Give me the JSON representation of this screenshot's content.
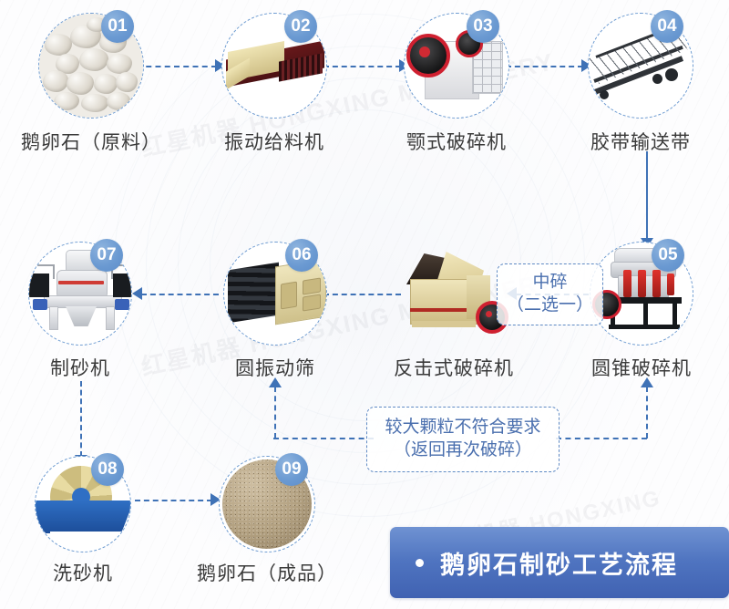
{
  "diagram": {
    "title_banner": {
      "text": "鹅卵石制砂工艺流程",
      "bullet": "bullet-dot"
    },
    "accent_colors": {
      "arrow_blue": "#3f72b6",
      "circle_dash_blue": "#6d9bd1",
      "badge_blue": "#6b9ad2",
      "note_text_blue": "#4a6fae",
      "banner_blue": "#4f74c0",
      "caption_gray": "#3a3a3a"
    },
    "nodes": [
      {
        "number": "01",
        "label": "鹅卵石（原料）",
        "art": "cobblestone-pile-photo"
      },
      {
        "number": "02",
        "label": "振动给料机",
        "art": "vibrating-feeder-photo"
      },
      {
        "number": "03",
        "label": "颚式破碎机",
        "art": "jaw-crusher-photo"
      },
      {
        "number": "04",
        "label": "胶带输送带",
        "art": "belt-conveyor-photo"
      },
      {
        "number": "05",
        "label": "圆锥破碎机",
        "art": "cone-crusher-photo"
      },
      {
        "number": "06",
        "label": "圆振动筛",
        "art": "circular-vibrating-screen-photo"
      },
      {
        "number": "07",
        "label": "制砂机",
        "art": "sand-making-machine-photo"
      },
      {
        "number": "08",
        "label": "洗砂机",
        "art": "sand-washer-photo"
      },
      {
        "number": "09",
        "label": "鹅卵石（成品）",
        "art": "finished-sand-photo"
      }
    ],
    "notes": {
      "secondary_crush": {
        "line1": "中碎",
        "line2": "（二选一）"
      },
      "oversize_return": {
        "line1": "较大颗粒不符合要求",
        "line2": "（返回再次破碎）"
      }
    },
    "extra_node": {
      "number": "",
      "label": "反击式破碎机",
      "art": "impact-crusher-photo"
    },
    "watermark": "红星机器 HONGXING MACHINERY"
  }
}
